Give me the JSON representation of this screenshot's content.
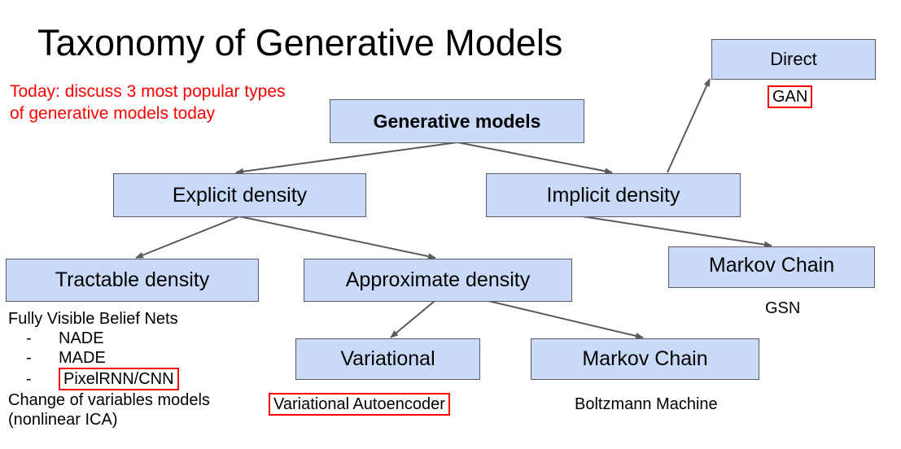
{
  "title": "Taxonomy of Generative Models",
  "note": "Today: discuss 3 most popular types of generative models today",
  "nodes": {
    "generative_models": "Generative models",
    "explicit_density": "Explicit density",
    "implicit_density": "Implicit density",
    "direct": "Direct",
    "tractable_density": "Tractable density",
    "approximate_density": "Approximate density",
    "markov_chain_implicit": "Markov Chain",
    "variational": "Variational",
    "markov_chain_approx": "Markov Chain"
  },
  "labels": {
    "gan": "GAN",
    "gsn": "GSN",
    "variational_autoencoder": "Variational Autoencoder",
    "boltzmann_machine": "Boltzmann Machine"
  },
  "tractable_list": {
    "heading": "Fully Visible Belief Nets",
    "items": [
      "NADE",
      "MADE",
      "PixelRNN/CNN"
    ],
    "dash": "-",
    "footer_line1": "Change of variables models",
    "footer_line2": "(nonlinear ICA)"
  },
  "colors": {
    "node_fill": "#c9daf8",
    "node_border": "#5b5b5b",
    "arrow": "#595959",
    "highlight": "#ff0000"
  }
}
